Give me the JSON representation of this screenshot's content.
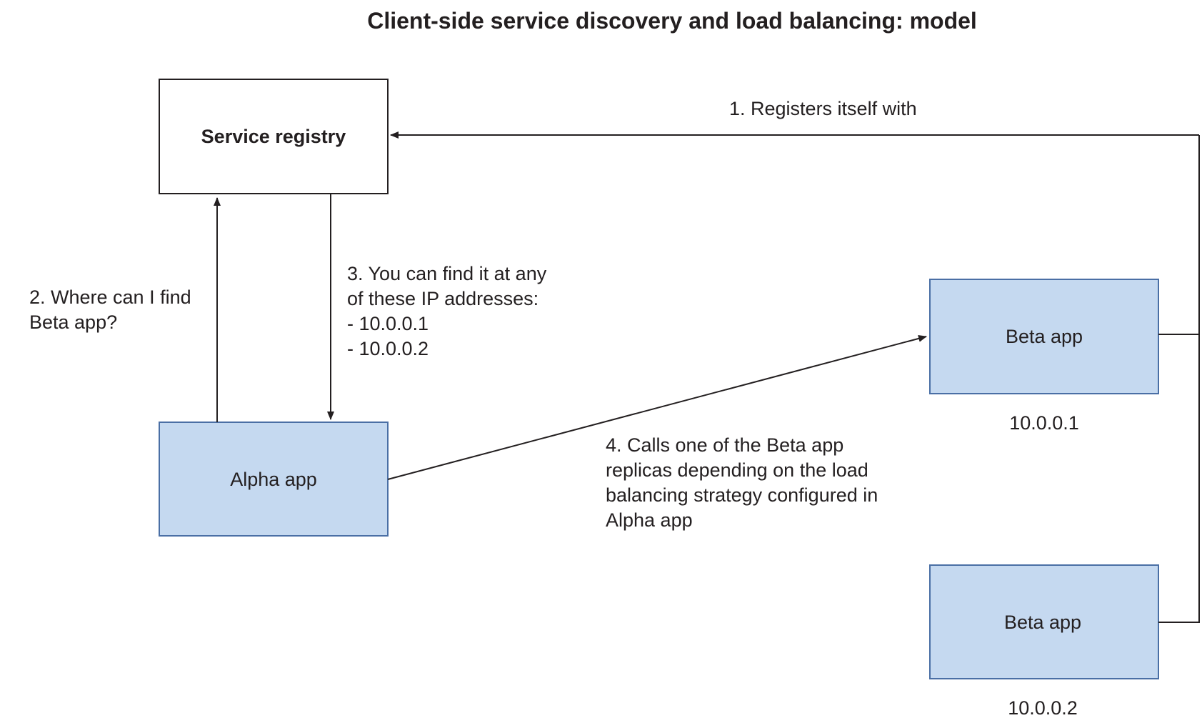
{
  "title": "Client-side service discovery and load balancing: model",
  "nodes": {
    "registry": {
      "label": "Service registry",
      "fill": "#ffffff"
    },
    "alpha": {
      "label": "Alpha app",
      "fill": "#c5d9f0"
    },
    "beta1": {
      "label": "Beta app",
      "ip": "10.0.0.1",
      "fill": "#c5d9f0"
    },
    "beta2": {
      "label": "Beta app",
      "ip": "10.0.0.2",
      "fill": "#c5d9f0"
    }
  },
  "edges": {
    "register": {
      "lines": [
        "1. Registers itself with"
      ]
    },
    "query": {
      "lines": [
        "2. Where can I find",
        "Beta app?"
      ]
    },
    "answer": {
      "lines": [
        "3. You can find it at any",
        "of these IP addresses:",
        "- 10.0.0.1",
        "- 10.0.0.2"
      ]
    },
    "call": {
      "lines": [
        "4. Calls one of the Beta app",
        "replicas depending on the load",
        "balancing strategy configured in",
        "Alpha app"
      ]
    }
  },
  "colors": {
    "stroke": "#231f20",
    "box_border": "#4a6fa5"
  }
}
